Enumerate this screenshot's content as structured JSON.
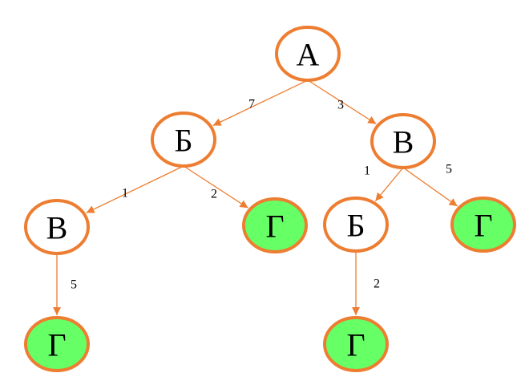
{
  "colors": {
    "node_stroke": "#ED7D31",
    "edge": "#ED7D31",
    "node_fill_default": "#FFFFFF",
    "node_fill_goal": "#66FF66",
    "text": "#000000"
  },
  "tree": {
    "nodes": [
      {
        "id": "n1",
        "label": "А",
        "goal": false
      },
      {
        "id": "n2",
        "label": "Б",
        "goal": false
      },
      {
        "id": "n3",
        "label": "В",
        "goal": false
      },
      {
        "id": "n4",
        "label": "В",
        "goal": false
      },
      {
        "id": "n5",
        "label": "Г",
        "goal": true
      },
      {
        "id": "n6",
        "label": "Б",
        "goal": false
      },
      {
        "id": "n7",
        "label": "Г",
        "goal": true
      },
      {
        "id": "n8",
        "label": "Г",
        "goal": true
      },
      {
        "id": "n9",
        "label": "Г",
        "goal": true
      }
    ],
    "edges": [
      {
        "id": "e1",
        "from": "n1",
        "to": "n2",
        "weight": "7"
      },
      {
        "id": "e2",
        "from": "n1",
        "to": "n3",
        "weight": "3"
      },
      {
        "id": "e3",
        "from": "n2",
        "to": "n4",
        "weight": "1"
      },
      {
        "id": "e4",
        "from": "n2",
        "to": "n5",
        "weight": "2"
      },
      {
        "id": "e5",
        "from": "n3",
        "to": "n6",
        "weight": "1"
      },
      {
        "id": "e6",
        "from": "n3",
        "to": "n7",
        "weight": "5"
      },
      {
        "id": "e7",
        "from": "n4",
        "to": "n8",
        "weight": "5"
      },
      {
        "id": "e8",
        "from": "n6",
        "to": "n9",
        "weight": "2"
      }
    ]
  }
}
